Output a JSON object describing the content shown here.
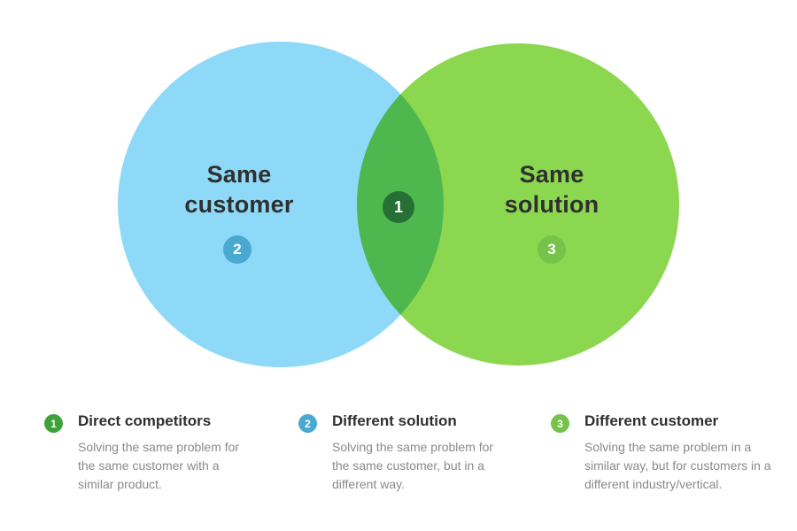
{
  "diagram": {
    "left_circle": {
      "label": "Same\ncustomer",
      "badge": "2",
      "color": "#8ED9F8",
      "badge_color": "#49A9D1"
    },
    "right_circle": {
      "label": "Same\nsolution",
      "badge": "3",
      "color": "#8CD750",
      "badge_color": "#76C34A"
    },
    "overlap": {
      "badge": "1",
      "badge_color": "#266F35"
    }
  },
  "legend": {
    "items": [
      {
        "num": "1",
        "badge_color": "#3FA03C",
        "title": "Direct competitors",
        "desc": "Solving the same problem for the same customer with a similar product."
      },
      {
        "num": "2",
        "badge_color": "#49A9D1",
        "title": "Different solution",
        "desc": "Solving the same problem for the same customer, but in a different way."
      },
      {
        "num": "3",
        "badge_color": "#76C34A",
        "title": "Different customer",
        "desc": "Solving the same problem in a similar way, but for customers in a different industry/vertical."
      }
    ]
  }
}
